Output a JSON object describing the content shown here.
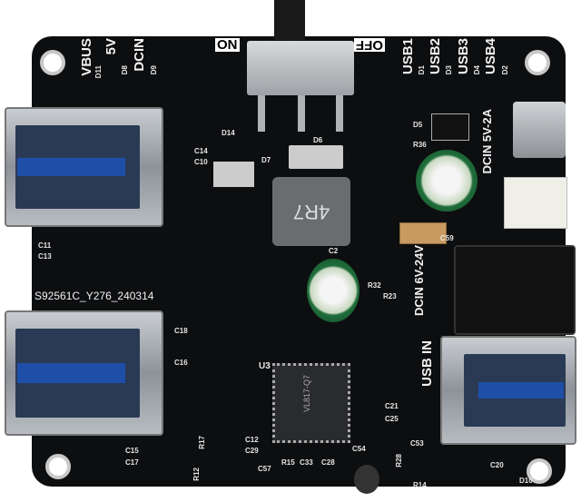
{
  "board": {
    "top_left_labels": [
      "VBUS",
      "5V",
      "DCIN"
    ],
    "top_left_leds": [
      "D11",
      "D8",
      "D9"
    ],
    "switch": {
      "on_label": "ON",
      "off_label": "OFF"
    },
    "usb_labels": [
      "USB1",
      "USB2",
      "USB3",
      "USB4"
    ],
    "usb_leds": [
      "D1",
      "D3",
      "D4",
      "D2"
    ],
    "dcin_micro": "DCIN 5V-2A",
    "dcin_barrel": "DCIN 6V-24V",
    "usb_in": "USB IN",
    "serial": "S92561C_Y276_240314",
    "inductor": "4R7",
    "chip": "VL817-Q7",
    "chip_ref": "U3",
    "refs": [
      "D14",
      "C14",
      "C10",
      "D7",
      "D6",
      "D5",
      "R36",
      "C11",
      "C13",
      "C18",
      "C16",
      "C2",
      "C59",
      "R23",
      "R32",
      "C21",
      "C25",
      "C54",
      "C53",
      "C20",
      "R17",
      "C12",
      "C29",
      "C15",
      "C17",
      "R12",
      "C57",
      "R15",
      "C33",
      "C28",
      "R28",
      "R14",
      "D10"
    ],
    "colors": {
      "pcb": "#0d0e10",
      "usb3_blue": "#1e4fa8",
      "silkscreen": "#f2f2f2"
    }
  }
}
